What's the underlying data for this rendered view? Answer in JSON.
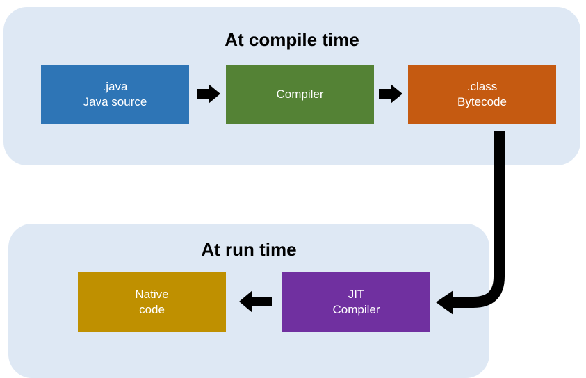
{
  "compile_panel": {
    "title": "At compile time"
  },
  "run_panel": {
    "title": "At run time"
  },
  "nodes": {
    "java": {
      "line1": ".java",
      "line2": "Java source",
      "color": "#2e75b6"
    },
    "compiler": {
      "line1": "Compiler",
      "color": "#548235"
    },
    "class": {
      "line1": ".class",
      "line2": "Bytecode",
      "color": "#c55a11"
    },
    "jit": {
      "line1": "JIT",
      "line2": "Compiler",
      "color": "#7030a0"
    },
    "native": {
      "line1": "Native",
      "line2": "code",
      "color": "#bf9000"
    }
  },
  "colors": {
    "panel_background": "#dee8f4",
    "arrow": "#000000",
    "node_text": "#ffffff"
  }
}
